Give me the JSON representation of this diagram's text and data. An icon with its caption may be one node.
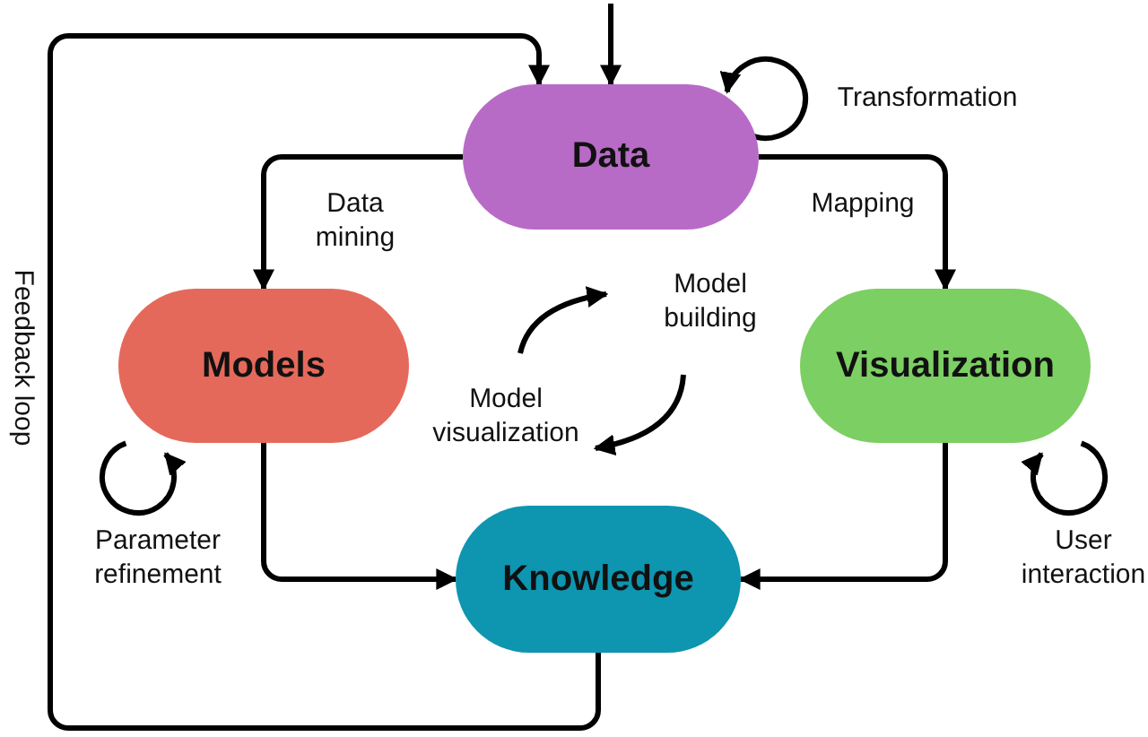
{
  "diagram": {
    "nodes": [
      {
        "text": [
          "Data"
        ]
      },
      {
        "text": [
          "Models"
        ]
      },
      {
        "text": [
          "Visualization"
        ]
      },
      {
        "text": [
          "Knowledge"
        ]
      }
    ],
    "edges": [
      {
        "from": null,
        "to": 0,
        "arrow": "to"
      },
      {
        "from": 0,
        "to": 1,
        "arrow": "to",
        "label": "Data mining"
      },
      {
        "from": 0,
        "to": 2,
        "arrow": "to",
        "label": "Mapping"
      },
      {
        "from": 1,
        "to": 3,
        "arrow": "to"
      },
      {
        "from": 2,
        "to": 3,
        "arrow": "to"
      },
      {
        "from": 3,
        "to": 0,
        "arrow": "to",
        "label": "Feedback loop"
      },
      {
        "from": 0,
        "to": 0,
        "arrow": "to",
        "label": "Transformation"
      },
      {
        "from": 1,
        "to": 1,
        "arrow": "to",
        "label": "Parameter refinement"
      },
      {
        "from": 2,
        "to": 2,
        "arrow": "to",
        "label": "User interaction"
      }
    ],
    "labels": [
      "Model building",
      "Model visualization"
    ]
  }
}
